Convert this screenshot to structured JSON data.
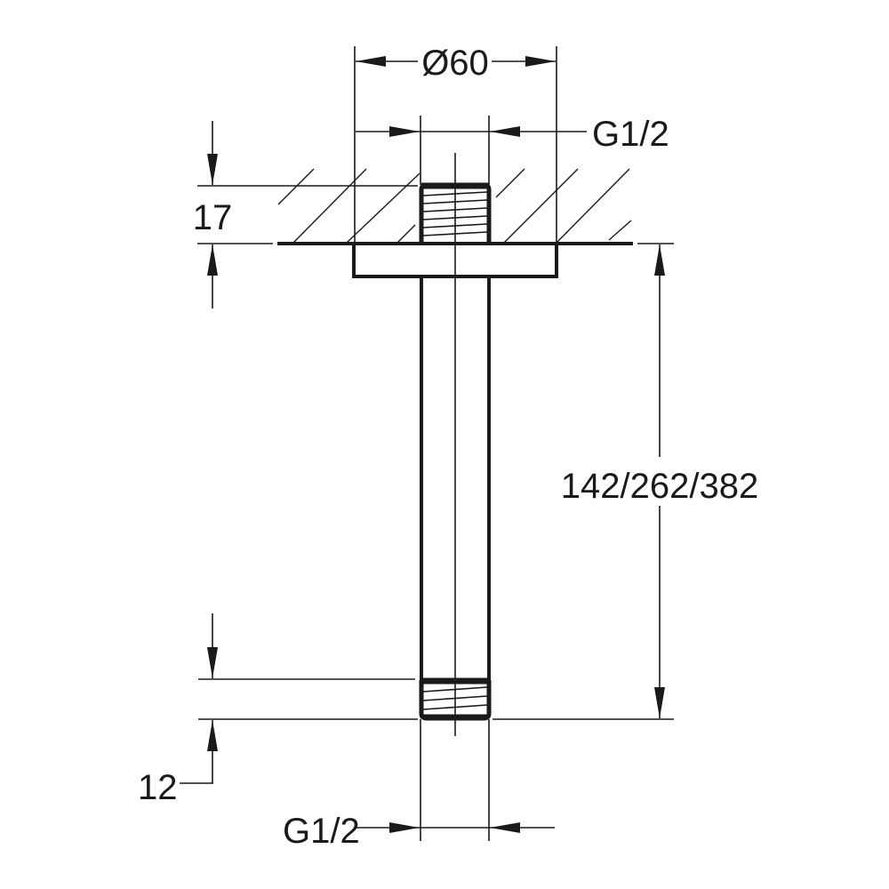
{
  "drawing": {
    "type": "technical-drawing",
    "subject": "ceiling shower arm",
    "background": "#ffffff",
    "line_color": "#1a1a1a"
  },
  "dimensions": {
    "flange_diameter": "Ø60",
    "top_thread": "G1/2",
    "flange_height": "17",
    "arm_length": "142/262/382",
    "bottom_thread_length": "12",
    "bottom_thread": "G1/2"
  }
}
